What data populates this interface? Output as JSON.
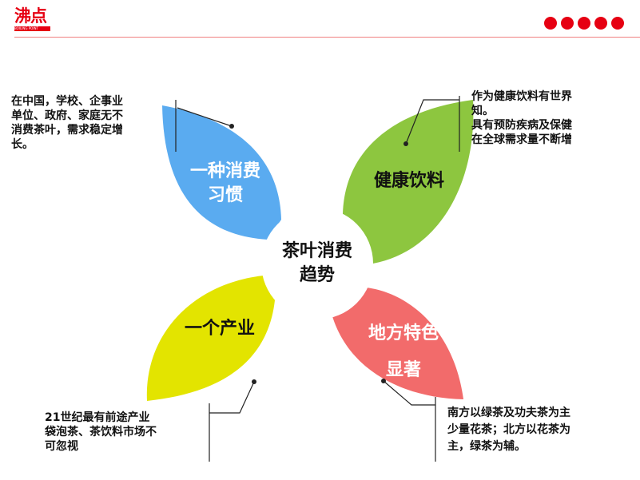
{
  "logo": {
    "main": "沸点",
    "sub": "BOILING POINT"
  },
  "colors": {
    "blue": "#5aabf0",
    "green": "#8dc63f",
    "yellow": "#e3e400",
    "red": "#f26b6b",
    "accent": "#e60012"
  },
  "center": {
    "line1": "茶叶消费",
    "line2": "趋势"
  },
  "petals": [
    {
      "line1": "一种消费",
      "line2": "习惯"
    },
    {
      "line1": "健康饮料",
      "line2": ""
    },
    {
      "line1": "一个产业",
      "line2": ""
    },
    {
      "line1": "地方特色",
      "line2": "显著"
    }
  ],
  "notes": [
    {
      "lines": [
        "在中国，学校、企事业",
        "单位、政府、家庭无不",
        "消费茶叶，需求稳定增",
        "长。"
      ]
    },
    {
      "lines": [
        "作为健康饮料有世界",
        "知。",
        "具有预防疾病及保健",
        "在全球需求量不断增"
      ]
    },
    {
      "lines": [
        "21世纪最有前途产业",
        "袋泡茶、茶饮料市场不",
        "可忽视"
      ]
    },
    {
      "lines": [
        "南方以绿茶及功夫茶为主",
        "少量花茶；北方以花茶为",
        "主，绿茶为辅。"
      ]
    }
  ]
}
